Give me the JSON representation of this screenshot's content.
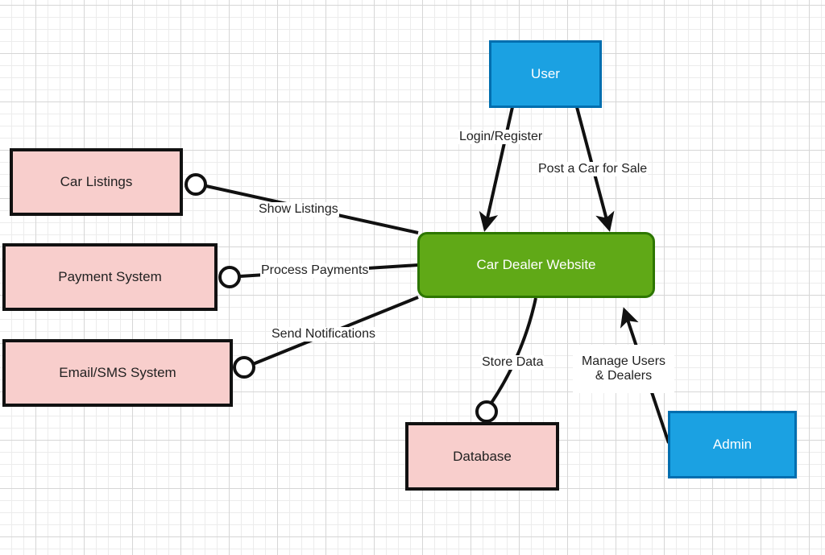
{
  "diagram": {
    "nodes": {
      "user": {
        "label": "User",
        "fill": "#1ba1e2"
      },
      "admin": {
        "label": "Admin",
        "fill": "#1ba1e2"
      },
      "website": {
        "label": "Car Dealer Website",
        "fill": "#60a917"
      },
      "car_listings": {
        "label": "Car Listings",
        "fill": "#f8cecc"
      },
      "payment_system": {
        "label": "Payment System",
        "fill": "#f8cecc"
      },
      "email_sms_system": {
        "label": "Email/SMS System",
        "fill": "#f8cecc"
      },
      "database": {
        "label": "Database",
        "fill": "#f8cecc"
      }
    },
    "edges": {
      "login_register": {
        "label": "Login/Register",
        "from": "User",
        "to": "Car Dealer Website",
        "end": "arrow"
      },
      "post_car": {
        "label": "Post a Car for Sale",
        "from": "User",
        "to": "Car Dealer Website",
        "end": "arrow"
      },
      "show_listings": {
        "label": "Show Listings",
        "from": "Car Dealer Website",
        "to": "Car Listings",
        "end": "circle"
      },
      "process_payments": {
        "label": "Process Payments",
        "from": "Car Dealer Website",
        "to": "Payment System",
        "end": "circle"
      },
      "send_notifications": {
        "label": "Send Notifications",
        "from": "Car Dealer Website",
        "to": "Email/SMS System",
        "end": "circle"
      },
      "store_data": {
        "label": "Store Data",
        "from": "Car Dealer Website",
        "to": "Database",
        "end": "circle"
      },
      "manage_users": {
        "label": "Manage Users & Dealers",
        "from": "Admin",
        "to": "Car Dealer Website",
        "end": "arrow"
      }
    }
  }
}
